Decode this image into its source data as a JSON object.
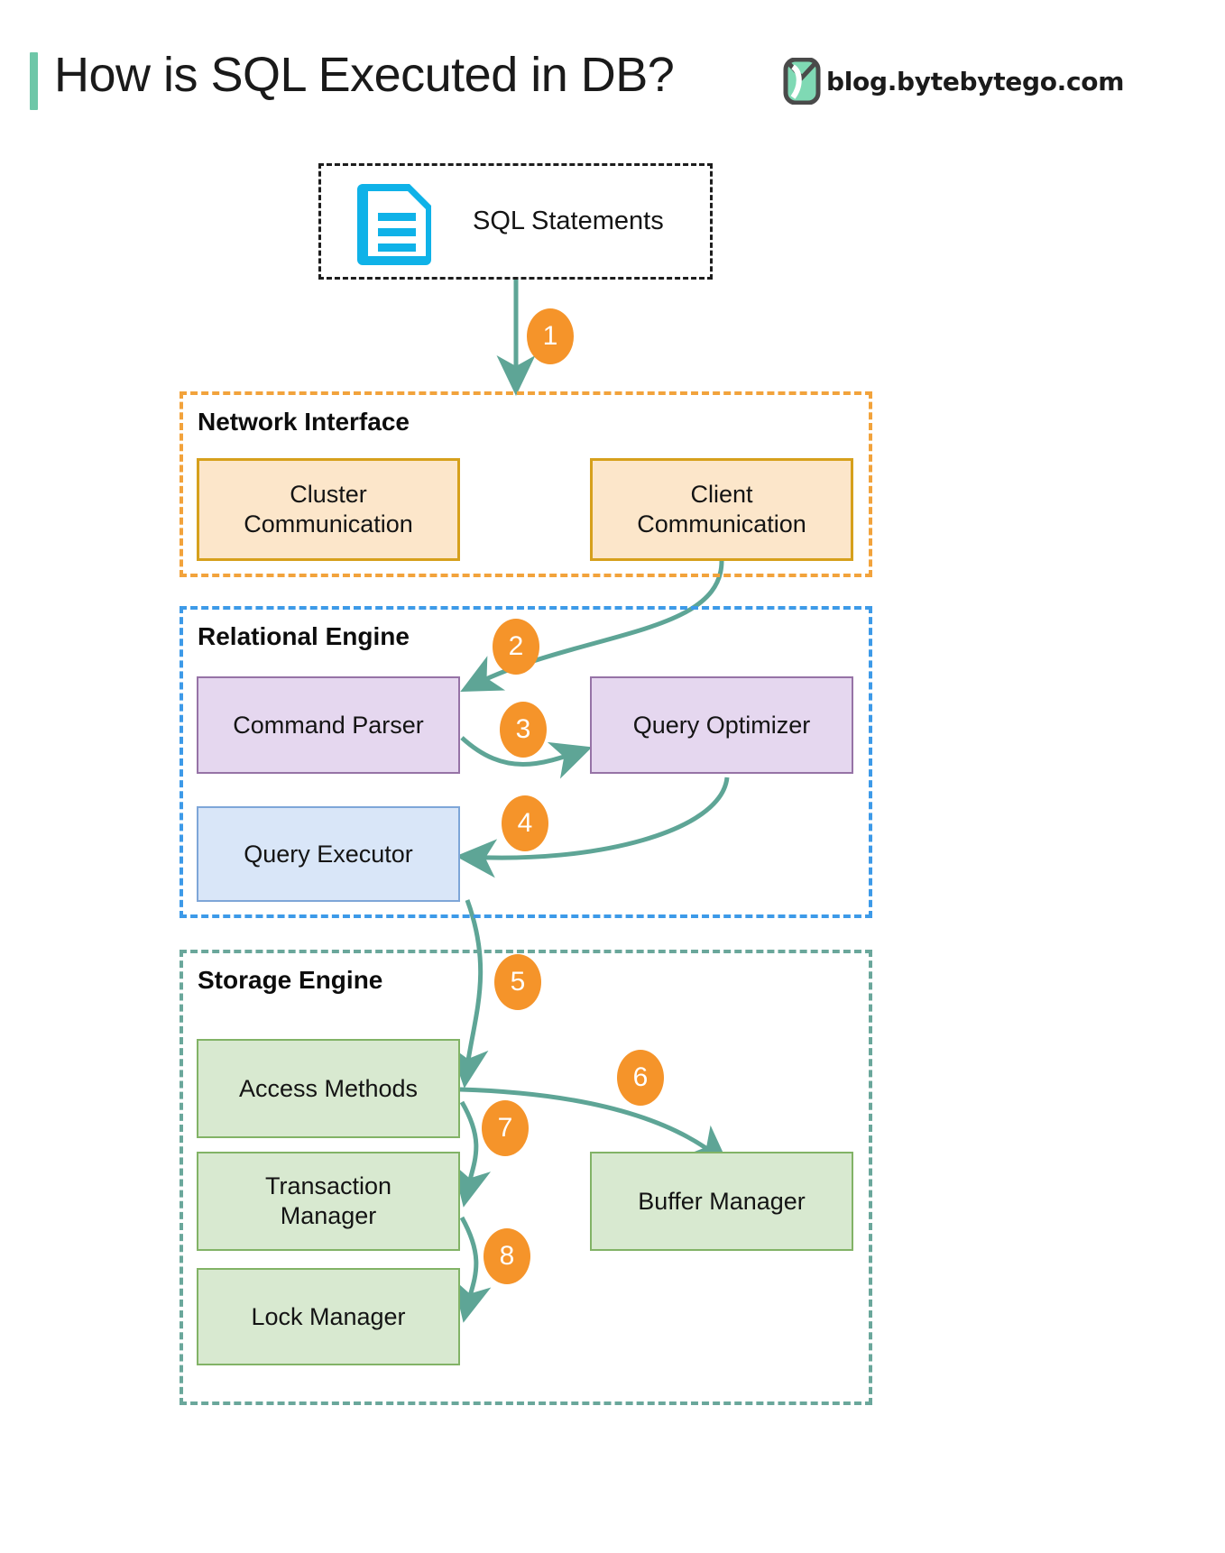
{
  "header": {
    "title": "How is SQL Executed in DB?",
    "brand_text": "blog.bytebytego.com",
    "brand_icon": "bytebytego-logo-icon",
    "accent_color": "#6ec7a8"
  },
  "source": {
    "label": "SQL Statements",
    "icon": "document-icon",
    "icon_color": "#0fb2e8"
  },
  "groups": [
    {
      "id": "network",
      "label": "Network Interface",
      "border_color": "#f2a33c"
    },
    {
      "id": "relational",
      "label": "Relational Engine",
      "border_color": "#3d9ae8"
    },
    {
      "id": "storage",
      "label": "Storage Engine",
      "border_color": "#6aa79b"
    }
  ],
  "nodes": {
    "cluster_communication": "Cluster\nCommunication",
    "cluster_communication_l1": "Cluster",
    "cluster_communication_l2": "Communication",
    "client_communication_l1": "Client",
    "client_communication_l2": "Communication",
    "command_parser": "Command Parser",
    "query_optimizer": "Query Optimizer",
    "query_executor": "Query Executor",
    "access_methods": "Access Methods",
    "transaction_manager_l1": "Transaction",
    "transaction_manager_l2": "Manager",
    "lock_manager": "Lock Manager",
    "buffer_manager": "Buffer Manager"
  },
  "steps": [
    {
      "n": "1",
      "from": "SQL Statements",
      "to": "Network Interface"
    },
    {
      "n": "2",
      "from": "Client Communication",
      "to": "Command Parser"
    },
    {
      "n": "3",
      "from": "Command Parser",
      "to": "Query Optimizer"
    },
    {
      "n": "4",
      "from": "Query Optimizer",
      "to": "Query Executor"
    },
    {
      "n": "5",
      "from": "Query Executor",
      "to": "Access Methods"
    },
    {
      "n": "6",
      "from": "Access Methods",
      "to": "Buffer Manager"
    },
    {
      "n": "7",
      "from": "Access Methods",
      "to": "Transaction Manager"
    },
    {
      "n": "8",
      "from": "Transaction Manager",
      "to": "Lock Manager"
    }
  ],
  "colors": {
    "arrow": "#5ea596",
    "badge": "#f5942a",
    "badge_text": "#ffffff",
    "orange_fill": "#fce6ca",
    "orange_stroke": "#d6a01c",
    "purple_fill": "#e5d7ef",
    "purple_stroke": "#9673a6",
    "blue_fill": "#d9e6f8",
    "blue_stroke": "#7ea6d8",
    "green_fill": "#d8e9d0",
    "green_stroke": "#82b366"
  }
}
